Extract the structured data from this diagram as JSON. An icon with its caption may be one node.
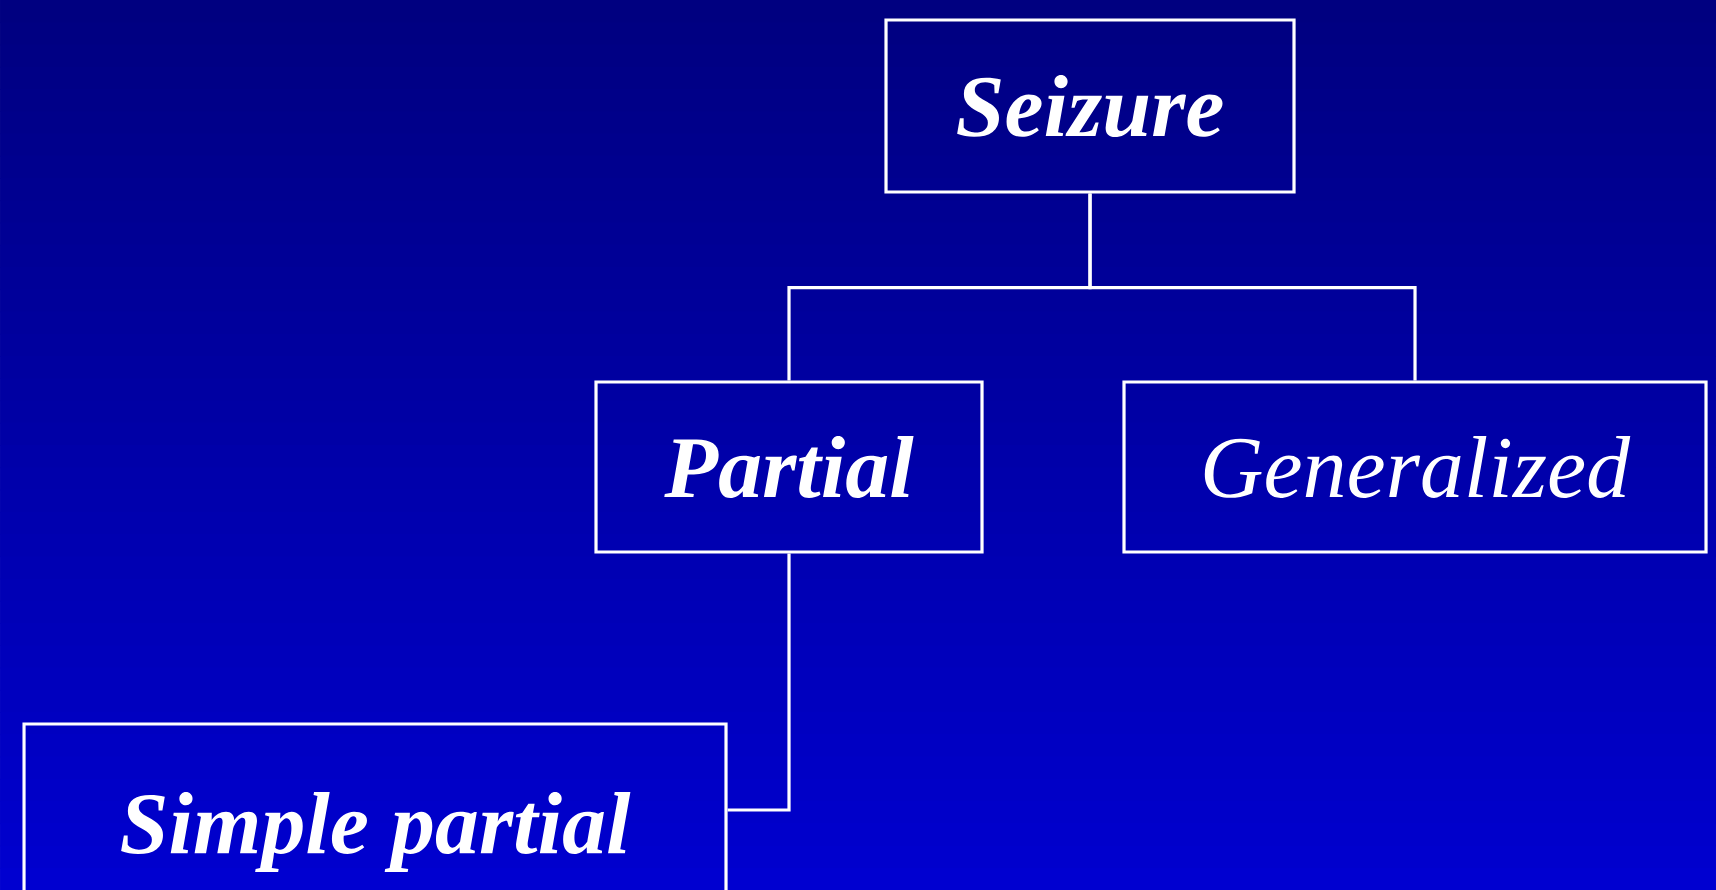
{
  "diagram": {
    "nodes": [
      {
        "text": [
          "Seizure"
        ]
      },
      {
        "text": [
          "Partial"
        ]
      },
      {
        "text": [
          "Generalized"
        ]
      },
      {
        "text": [
          "Simple partial"
        ]
      }
    ],
    "edges": [
      {
        "from": 0,
        "to": 1,
        "arrow": "none"
      },
      {
        "from": 0,
        "to": 2,
        "arrow": "none"
      },
      {
        "from": 1,
        "to": 3,
        "arrow": "none"
      }
    ]
  }
}
